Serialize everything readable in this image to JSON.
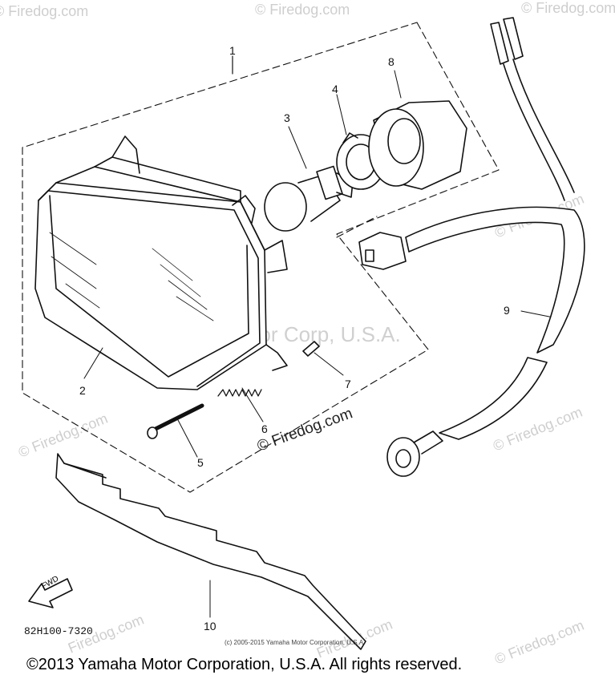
{
  "watermarks": {
    "firedog": "© Firedog.com",
    "firedog_plain": "Firedog.com",
    "firedog_center": "© Firedog.com",
    "yamaha_center": "Yamaha Motor Corp, U.S.A."
  },
  "callouts": [
    "1",
    "2",
    "3",
    "4",
    "5",
    "6",
    "7",
    "8",
    "9",
    "10"
  ],
  "fwd_label": "FWD",
  "diagram_code": "82H100-7320",
  "copyright_small": "(c) 2005-2015 Yamaha Motor Corporation, U.S.A",
  "copyright_main": "©2013 Yamaha Motor Corporation, U.S.A. All rights reserved."
}
